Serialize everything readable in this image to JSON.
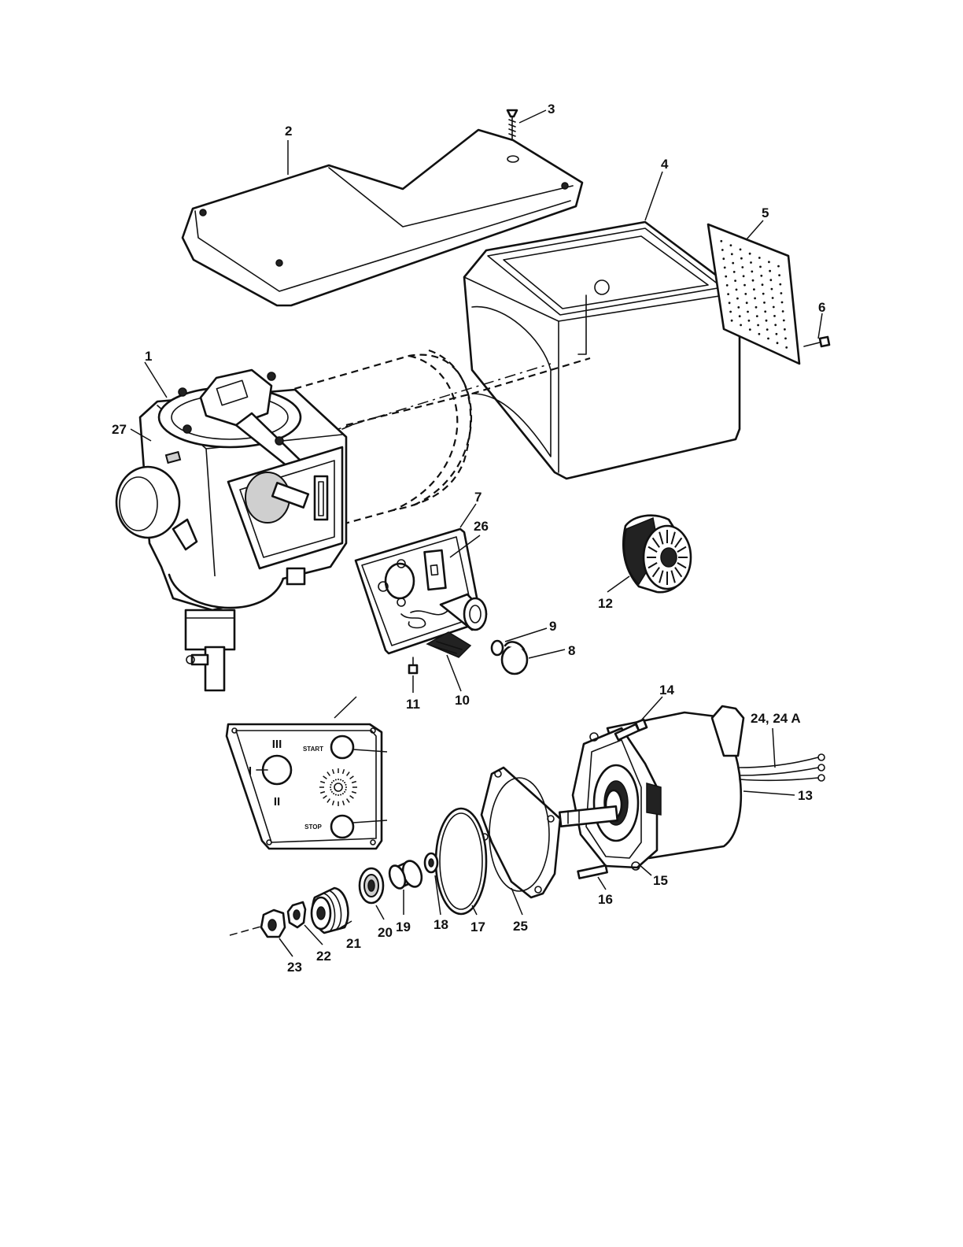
{
  "callouts": {
    "c1": "1",
    "c2": "2",
    "c3": "3",
    "c4": "4",
    "c5": "5",
    "c6": "6",
    "c7": "7",
    "c8": "8",
    "c9": "9",
    "c10": "10",
    "c11": "11",
    "c12": "12",
    "c13": "13",
    "c14": "14",
    "c15": "15",
    "c16": "16",
    "c17": "17",
    "c18": "18",
    "c19": "19",
    "c20": "20",
    "c21": "21",
    "c22": "22",
    "c23": "23",
    "c24": "24, 24 A",
    "c25": "25",
    "c26": "26",
    "c27": "27"
  },
  "panel": {
    "start": "START",
    "stop": "STOP",
    "speed_1": "I",
    "speed_2": "II",
    "speed_3": "III"
  }
}
